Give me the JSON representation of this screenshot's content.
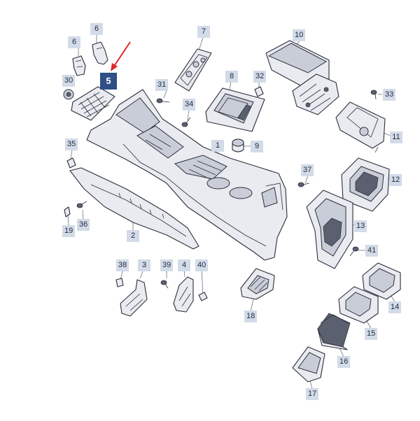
{
  "diagram": {
    "highlighted_part": "5",
    "callouts": [
      "1",
      "2",
      "3",
      "4",
      "5",
      "6",
      "6",
      "7",
      "8",
      "9",
      "10",
      "11",
      "12",
      "13",
      "14",
      "15",
      "16",
      "17",
      "18",
      "19",
      "30",
      "31",
      "32",
      "33",
      "34",
      "35",
      "36",
      "37",
      "38",
      "39",
      "40",
      "41"
    ]
  },
  "colors": {
    "part_fill": "#e9ebf1",
    "part_stroke": "#2b2f3a",
    "callout_bg": "#d3dbe8",
    "callout_highlight_bg": "#2f4f86",
    "arrow": "#e0262b"
  }
}
